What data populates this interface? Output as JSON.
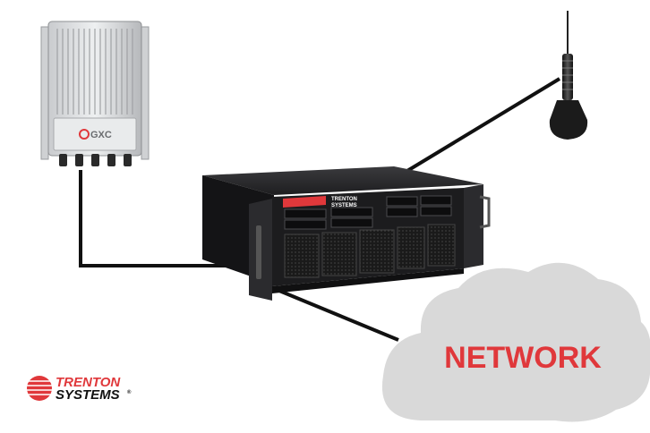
{
  "radio_unit": {
    "brand_label": "GXC"
  },
  "server": {
    "badge_line1": "TRENTON",
    "badge_line2": "SYSTEMS"
  },
  "network_cloud": {
    "label": "NETWORK"
  },
  "logo": {
    "line1": "TRENTON",
    "line2": "SYSTEMS"
  },
  "colors": {
    "accent_red": "#e0383b",
    "cable": "#111111",
    "cloud": "#d9d9d9",
    "server_body": "#1c1c1e"
  }
}
